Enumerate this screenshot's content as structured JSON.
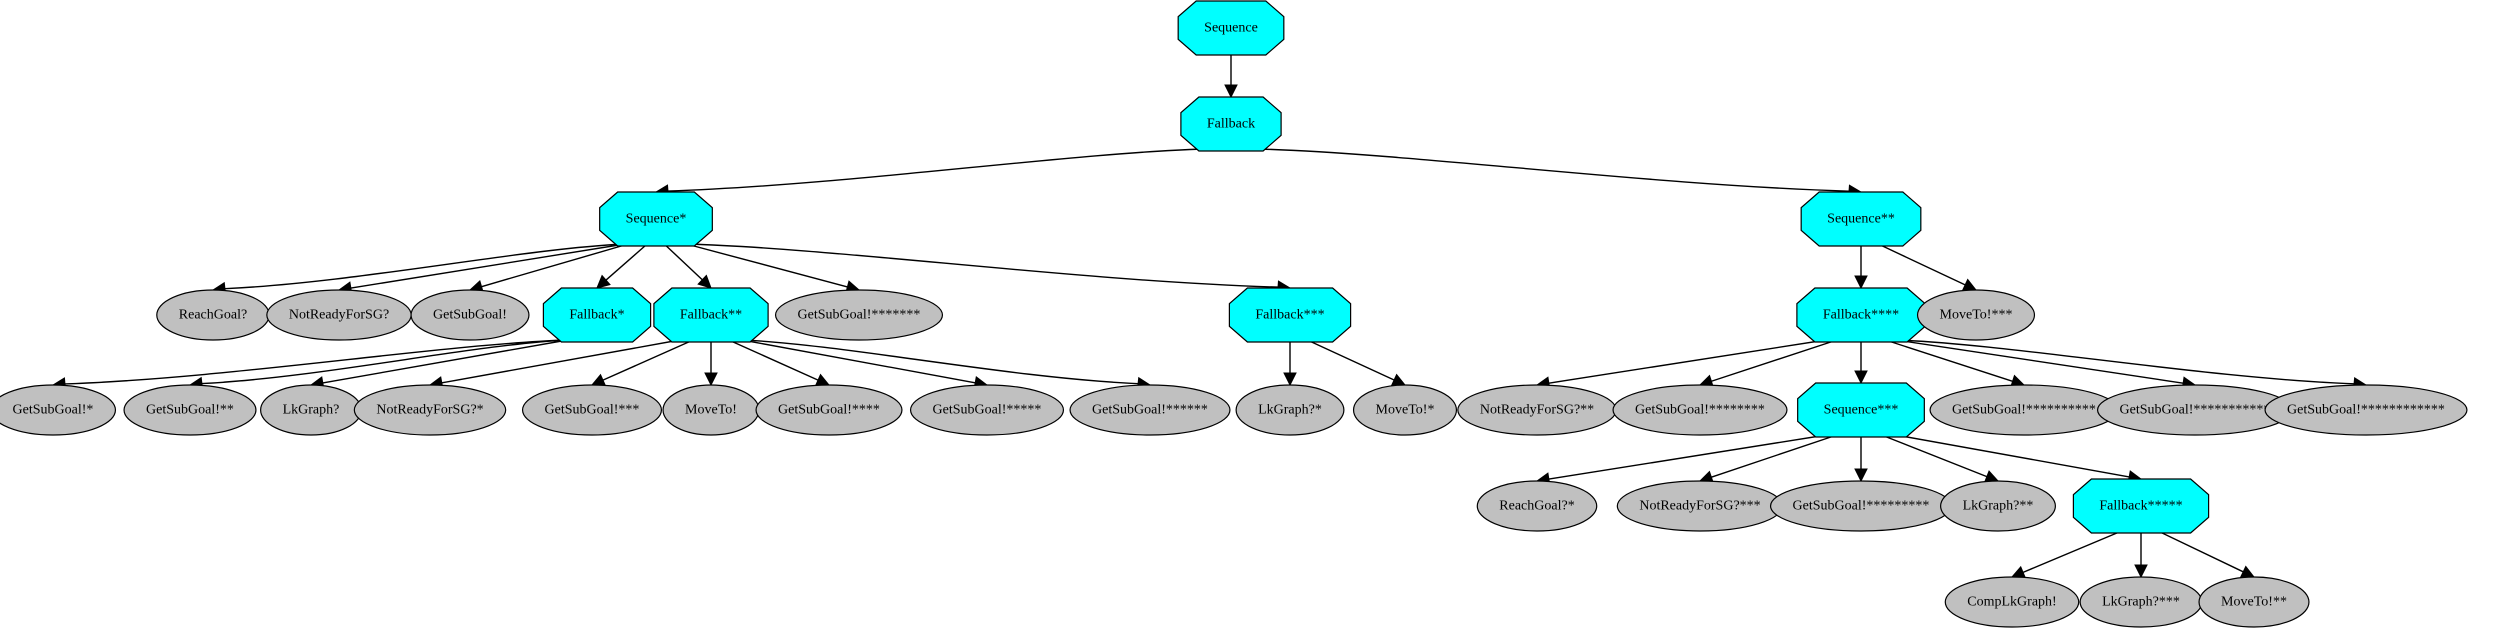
{
  "colors": {
    "control_fill": "#00ffff",
    "leaf_fill": "#c0c0c0",
    "edge": "#000000"
  },
  "node_shapes": {
    "control": "octagon",
    "leaf": "ellipse"
  },
  "nodes": [
    {
      "id": "seq0",
      "label": "Sequence",
      "kind": "control"
    },
    {
      "id": "fb0",
      "label": "Fallback",
      "kind": "control"
    },
    {
      "id": "seq1",
      "label": "Sequence*",
      "kind": "control"
    },
    {
      "id": "seq2",
      "label": "Sequence**",
      "kind": "control"
    },
    {
      "id": "rg1",
      "label": "ReachGoal?",
      "kind": "leaf"
    },
    {
      "id": "nr1",
      "label": "NotReadyForSG?",
      "kind": "leaf"
    },
    {
      "id": "gs1",
      "label": "GetSubGoal!",
      "kind": "leaf"
    },
    {
      "id": "fb1",
      "label": "Fallback*",
      "kind": "control"
    },
    {
      "id": "fb2",
      "label": "Fallback**",
      "kind": "control"
    },
    {
      "id": "gs7",
      "label": "GetSubGoal!*******",
      "kind": "leaf"
    },
    {
      "id": "fb3",
      "label": "Fallback***",
      "kind": "control"
    },
    {
      "id": "gs2",
      "label": "GetSubGoal!*",
      "kind": "leaf"
    },
    {
      "id": "gs3",
      "label": "GetSubGoal!**",
      "kind": "leaf"
    },
    {
      "id": "lk1",
      "label": "LkGraph?",
      "kind": "leaf"
    },
    {
      "id": "nr2",
      "label": "NotReadyForSG?*",
      "kind": "leaf"
    },
    {
      "id": "gs4",
      "label": "GetSubGoal!***",
      "kind": "leaf"
    },
    {
      "id": "mv1",
      "label": "MoveTo!",
      "kind": "leaf"
    },
    {
      "id": "gs5",
      "label": "GetSubGoal!****",
      "kind": "leaf"
    },
    {
      "id": "gs6",
      "label": "GetSubGoal!*****",
      "kind": "leaf"
    },
    {
      "id": "gs6b",
      "label": "GetSubGoal!******",
      "kind": "leaf"
    },
    {
      "id": "lk2",
      "label": "LkGraph?*",
      "kind": "leaf"
    },
    {
      "id": "mv2",
      "label": "MoveTo!*",
      "kind": "leaf"
    },
    {
      "id": "fb4",
      "label": "Fallback****",
      "kind": "control"
    },
    {
      "id": "mv3",
      "label": "MoveTo!***",
      "kind": "leaf"
    },
    {
      "id": "nr3",
      "label": "NotReadyForSG?**",
      "kind": "leaf"
    },
    {
      "id": "gs8",
      "label": "GetSubGoal!********",
      "kind": "leaf"
    },
    {
      "id": "seq3",
      "label": "Sequence***",
      "kind": "control"
    },
    {
      "id": "gs10",
      "label": "GetSubGoal!**********",
      "kind": "leaf"
    },
    {
      "id": "gs11",
      "label": "GetSubGoal!***********",
      "kind": "leaf"
    },
    {
      "id": "gs12",
      "label": "GetSubGoal!************",
      "kind": "leaf"
    },
    {
      "id": "rg2",
      "label": "ReachGoal?*",
      "kind": "leaf"
    },
    {
      "id": "nr4",
      "label": "NotReadyForSG?***",
      "kind": "leaf"
    },
    {
      "id": "gs9",
      "label": "GetSubGoal!*********",
      "kind": "leaf"
    },
    {
      "id": "lk3",
      "label": "LkGraph?**",
      "kind": "leaf"
    },
    {
      "id": "fb5",
      "label": "Fallback*****",
      "kind": "control"
    },
    {
      "id": "cl1",
      "label": "CompLkGraph!",
      "kind": "leaf"
    },
    {
      "id": "lk4",
      "label": "LkGraph?***",
      "kind": "leaf"
    },
    {
      "id": "mv4",
      "label": "MoveTo!**",
      "kind": "leaf"
    }
  ],
  "edges": [
    [
      "seq0",
      "fb0"
    ],
    [
      "fb0",
      "seq1"
    ],
    [
      "fb0",
      "seq2"
    ],
    [
      "seq1",
      "rg1"
    ],
    [
      "seq1",
      "nr1"
    ],
    [
      "seq1",
      "gs1"
    ],
    [
      "seq1",
      "fb1"
    ],
    [
      "seq1",
      "fb2"
    ],
    [
      "seq1",
      "gs7"
    ],
    [
      "seq1",
      "fb3"
    ],
    [
      "fb1",
      "gs2"
    ],
    [
      "fb1",
      "gs3"
    ],
    [
      "fb1",
      "lk1"
    ],
    [
      "fb2",
      "nr2"
    ],
    [
      "fb2",
      "gs4"
    ],
    [
      "fb2",
      "mv1"
    ],
    [
      "fb2",
      "gs5"
    ],
    [
      "fb2",
      "gs6"
    ],
    [
      "fb2",
      "gs6b"
    ],
    [
      "fb3",
      "lk2"
    ],
    [
      "fb3",
      "mv2"
    ],
    [
      "seq2",
      "fb4"
    ],
    [
      "seq2",
      "mv3"
    ],
    [
      "fb4",
      "nr3"
    ],
    [
      "fb4",
      "gs8"
    ],
    [
      "fb4",
      "seq3"
    ],
    [
      "fb4",
      "gs10"
    ],
    [
      "fb4",
      "gs11"
    ],
    [
      "fb4",
      "gs12"
    ],
    [
      "seq3",
      "rg2"
    ],
    [
      "seq3",
      "nr4"
    ],
    [
      "seq3",
      "gs9"
    ],
    [
      "seq3",
      "lk3"
    ],
    [
      "seq3",
      "fb5"
    ],
    [
      "fb5",
      "cl1"
    ],
    [
      "fb5",
      "lk4"
    ],
    [
      "fb5",
      "mv4"
    ]
  ]
}
